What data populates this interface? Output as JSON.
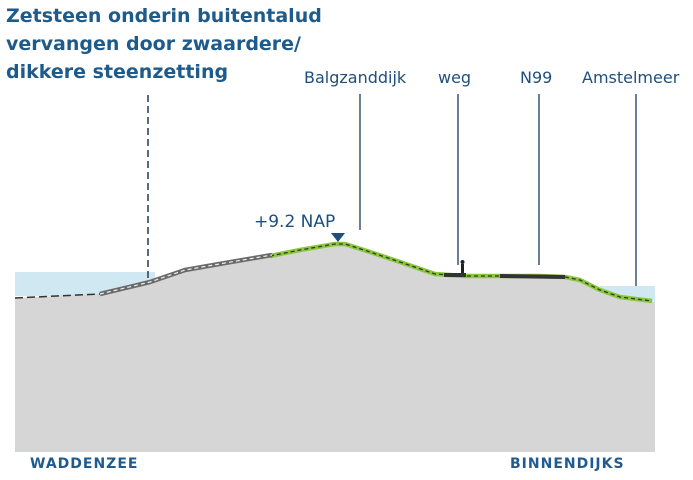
{
  "title_lines": [
    "Zetsteen onderin buitentalud",
    "vervangen door zwaardere/",
    "dikkere steenzetting"
  ],
  "labels": {
    "balgzanddijk": "Balgzanddijk",
    "weg": "weg",
    "n99": "N99",
    "amstelmeer": "Amstelmeer",
    "crest_height": "+9.2 NAP",
    "left_side": "WADDENZEE",
    "right_side": "BINNENDIJKS"
  },
  "colors": {
    "ground": "#d6d6d6",
    "water": "#cfe8f2",
    "grass": "#8cc63f",
    "revetment": "#555555",
    "road": "#333333",
    "text": "#1e4f7d",
    "marker": "#1e4f7d"
  }
}
